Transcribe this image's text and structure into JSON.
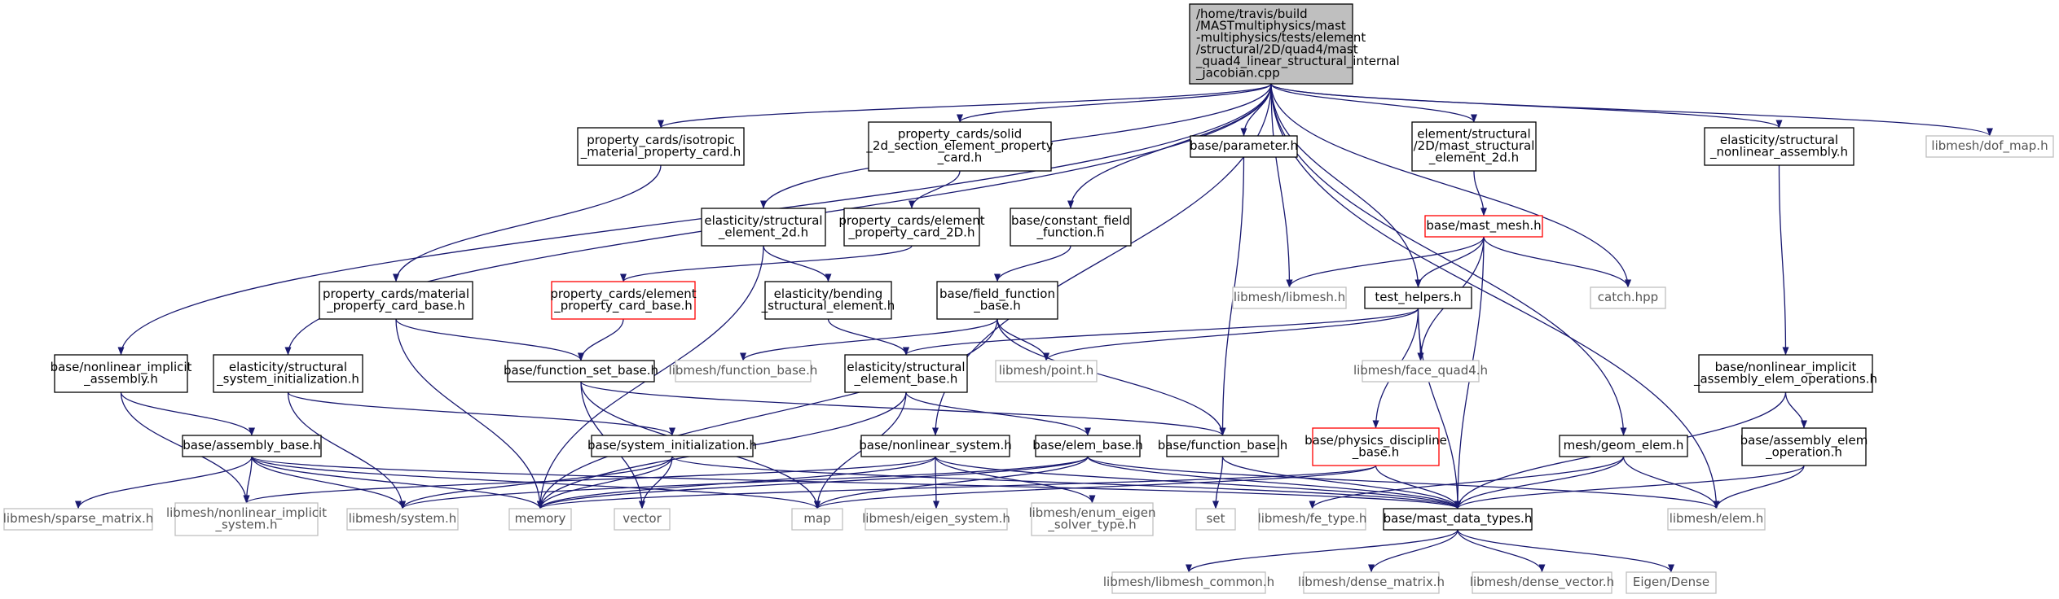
{
  "colors": {
    "edge": "#191970",
    "root_fill": "#bfbfbf",
    "missing_border": "#bfbfbf",
    "warn_border": "#ff0000"
  },
  "nodes": [
    {
      "id": "root",
      "kind": "root",
      "lines": [
        "/home/travis/build",
        "/MASTmultiphysics/mast",
        "-multiphysics/tests/element",
        "/structural/2D/quad4/mast",
        "_quad4_linear_structural_internal",
        "_jacobian.cpp"
      ]
    },
    {
      "id": "iso",
      "kind": "normal",
      "lines": [
        "property_cards/isotropic",
        "_material_property_card.h"
      ]
    },
    {
      "id": "solid2d",
      "kind": "normal",
      "lines": [
        "property_cards/solid",
        "_2d_section_element_property",
        "_card.h"
      ]
    },
    {
      "id": "param",
      "kind": "normal",
      "lines": [
        "base/parameter.h"
      ]
    },
    {
      "id": "mse2d",
      "kind": "normal",
      "lines": [
        "element/structural",
        "/2D/mast_structural",
        "_element_2d.h"
      ]
    },
    {
      "id": "snla",
      "kind": "normal",
      "lines": [
        "elasticity/structural",
        "_nonlinear_assembly.h"
      ]
    },
    {
      "id": "dofmap",
      "kind": "missing",
      "lines": [
        "libmesh/dof_map.h"
      ]
    },
    {
      "id": "se2d",
      "kind": "normal",
      "lines": [
        "elasticity/structural",
        "_element_2d.h"
      ]
    },
    {
      "id": "epc2d",
      "kind": "normal",
      "lines": [
        "property_cards/element",
        "_property_card_2D.h"
      ]
    },
    {
      "id": "cff",
      "kind": "normal",
      "lines": [
        "base/constant_field",
        "_function.h"
      ]
    },
    {
      "id": "mastmesh",
      "kind": "warn",
      "lines": [
        "base/mast_mesh.h"
      ]
    },
    {
      "id": "mpcb",
      "kind": "normal",
      "lines": [
        "property_cards/material",
        "_property_card_base.h"
      ]
    },
    {
      "id": "epcb",
      "kind": "warn",
      "lines": [
        "property_cards/element",
        "_property_card_base.h"
      ]
    },
    {
      "id": "bse",
      "kind": "normal",
      "lines": [
        "elasticity/bending",
        "_structural_element.h"
      ]
    },
    {
      "id": "ffb",
      "kind": "normal",
      "lines": [
        "base/field_function",
        "_base.h"
      ]
    },
    {
      "id": "libmesh",
      "kind": "missing",
      "lines": [
        "libmesh/libmesh.h"
      ]
    },
    {
      "id": "testh",
      "kind": "normal",
      "lines": [
        "test_helpers.h"
      ]
    },
    {
      "id": "catch",
      "kind": "missing",
      "lines": [
        "catch.hpp"
      ]
    },
    {
      "id": "nlia",
      "kind": "normal",
      "lines": [
        "base/nonlinear_implicit",
        "_assembly.h"
      ]
    },
    {
      "id": "ssi",
      "kind": "normal",
      "lines": [
        "elasticity/structural",
        "_system_initialization.h"
      ]
    },
    {
      "id": "fsb",
      "kind": "normal",
      "lines": [
        "base/function_set_base.h"
      ]
    },
    {
      "id": "lfb",
      "kind": "missing",
      "lines": [
        "libmesh/function_base.h"
      ]
    },
    {
      "id": "seb",
      "kind": "normal",
      "lines": [
        "elasticity/structural",
        "_element_base.h"
      ]
    },
    {
      "id": "point",
      "kind": "missing",
      "lines": [
        "libmesh/point.h"
      ]
    },
    {
      "id": "fq4",
      "kind": "missing",
      "lines": [
        "libmesh/face_quad4.h"
      ]
    },
    {
      "id": "nliaeo",
      "kind": "normal",
      "lines": [
        "base/nonlinear_implicit",
        "_assembly_elem_operations.h"
      ]
    },
    {
      "id": "asmb",
      "kind": "normal",
      "lines": [
        "base/assembly_base.h"
      ]
    },
    {
      "id": "sysinit",
      "kind": "normal",
      "lines": [
        "base/system_initialization.h"
      ]
    },
    {
      "id": "nlsys",
      "kind": "normal",
      "lines": [
        "base/nonlinear_system.h"
      ]
    },
    {
      "id": "elemb",
      "kind": "normal",
      "lines": [
        "base/elem_base.h"
      ]
    },
    {
      "id": "funcb",
      "kind": "normal",
      "lines": [
        "base/function_base.h"
      ]
    },
    {
      "id": "pdb",
      "kind": "warn",
      "lines": [
        "base/physics_discipline",
        "_base.h"
      ]
    },
    {
      "id": "geom",
      "kind": "normal",
      "lines": [
        "mesh/geom_elem.h"
      ]
    },
    {
      "id": "aeo",
      "kind": "normal",
      "lines": [
        "base/assembly_elem",
        "_operation.h"
      ]
    },
    {
      "id": "sparse",
      "kind": "missing",
      "lines": [
        "libmesh/sparse_matrix.h"
      ]
    },
    {
      "id": "lnlis",
      "kind": "missing",
      "lines": [
        "libmesh/nonlinear_implicit",
        "_system.h"
      ]
    },
    {
      "id": "lsys",
      "kind": "missing",
      "lines": [
        "libmesh/system.h"
      ]
    },
    {
      "id": "memory",
      "kind": "missing",
      "lines": [
        "memory"
      ]
    },
    {
      "id": "vector",
      "kind": "missing",
      "lines": [
        "vector"
      ]
    },
    {
      "id": "map",
      "kind": "missing",
      "lines": [
        "map"
      ]
    },
    {
      "id": "eigsys",
      "kind": "missing",
      "lines": [
        "libmesh/eigen_system.h"
      ]
    },
    {
      "id": "enumeig",
      "kind": "missing",
      "lines": [
        "libmesh/enum_eigen",
        "_solver_type.h"
      ]
    },
    {
      "id": "set",
      "kind": "missing",
      "lines": [
        "set"
      ]
    },
    {
      "id": "fetype",
      "kind": "missing",
      "lines": [
        "libmesh/fe_type.h"
      ]
    },
    {
      "id": "mdt",
      "kind": "normal",
      "lines": [
        "base/mast_data_types.h"
      ]
    },
    {
      "id": "lelem",
      "kind": "missing",
      "lines": [
        "libmesh/elem.h"
      ]
    },
    {
      "id": "lcommon",
      "kind": "missing",
      "lines": [
        "libmesh/libmesh_common.h"
      ]
    },
    {
      "id": "ldm",
      "kind": "missing",
      "lines": [
        "libmesh/dense_matrix.h"
      ]
    },
    {
      "id": "ldv",
      "kind": "missing",
      "lines": [
        "libmesh/dense_vector.h"
      ]
    },
    {
      "id": "eigen",
      "kind": "missing",
      "lines": [
        "Eigen/Dense"
      ]
    }
  ],
  "edges": [
    [
      "root",
      "iso"
    ],
    [
      "root",
      "solid2d"
    ],
    [
      "root",
      "param"
    ],
    [
      "root",
      "mse2d"
    ],
    [
      "root",
      "snla"
    ],
    [
      "root",
      "dofmap"
    ],
    [
      "root",
      "se2d"
    ],
    [
      "root",
      "cff"
    ],
    [
      "root",
      "libmesh"
    ],
    [
      "root",
      "testh"
    ],
    [
      "root",
      "catch"
    ],
    [
      "root",
      "nlia"
    ],
    [
      "root",
      "ssi"
    ],
    [
      "root",
      "nlsys"
    ],
    [
      "root",
      "geom"
    ],
    [
      "root",
      "lelem"
    ],
    [
      "iso",
      "mpcb"
    ],
    [
      "solid2d",
      "epc2d"
    ],
    [
      "param",
      "funcb"
    ],
    [
      "mse2d",
      "mastmesh"
    ],
    [
      "snla",
      "nliaeo"
    ],
    [
      "se2d",
      "bse"
    ],
    [
      "se2d",
      "memory"
    ],
    [
      "epc2d",
      "epcb"
    ],
    [
      "cff",
      "ffb"
    ],
    [
      "mastmesh",
      "libmesh"
    ],
    [
      "mastmesh",
      "testh"
    ],
    [
      "mastmesh",
      "catch"
    ],
    [
      "mastmesh",
      "fq4"
    ],
    [
      "mastmesh",
      "mdt"
    ],
    [
      "mpcb",
      "fsb"
    ],
    [
      "mpcb",
      "memory"
    ],
    [
      "epcb",
      "fsb"
    ],
    [
      "bse",
      "seb"
    ],
    [
      "ffb",
      "lfb"
    ],
    [
      "ffb",
      "point"
    ],
    [
      "ffb",
      "funcb"
    ],
    [
      "ffb",
      "memory"
    ],
    [
      "testh",
      "seb"
    ],
    [
      "testh",
      "point"
    ],
    [
      "testh",
      "fq4"
    ],
    [
      "testh",
      "pdb"
    ],
    [
      "testh",
      "mdt"
    ],
    [
      "nlia",
      "asmb"
    ],
    [
      "nlia",
      "lnlis"
    ],
    [
      "ssi",
      "sysinit"
    ],
    [
      "ssi",
      "lsys"
    ],
    [
      "fsb",
      "funcb"
    ],
    [
      "fsb",
      "map"
    ],
    [
      "fsb",
      "vector"
    ],
    [
      "seb",
      "elemb"
    ],
    [
      "seb",
      "memory"
    ],
    [
      "seb",
      "map"
    ],
    [
      "nliaeo",
      "aeo"
    ],
    [
      "nliaeo",
      "mdt"
    ],
    [
      "asmb",
      "sparse"
    ],
    [
      "asmb",
      "lnlis"
    ],
    [
      "asmb",
      "lsys"
    ],
    [
      "asmb",
      "memory"
    ],
    [
      "asmb",
      "map"
    ],
    [
      "asmb",
      "mdt"
    ],
    [
      "sysinit",
      "lsys"
    ],
    [
      "sysinit",
      "memory"
    ],
    [
      "sysinit",
      "vector"
    ],
    [
      "sysinit",
      "mdt"
    ],
    [
      "nlsys",
      "lnlis"
    ],
    [
      "nlsys",
      "eigsys"
    ],
    [
      "nlsys",
      "enumeig"
    ],
    [
      "nlsys",
      "memory"
    ],
    [
      "nlsys",
      "mdt"
    ],
    [
      "elemb",
      "lsys"
    ],
    [
      "elemb",
      "memory"
    ],
    [
      "elemb",
      "map"
    ],
    [
      "elemb",
      "mdt"
    ],
    [
      "elemb",
      "lelem"
    ],
    [
      "funcb",
      "set"
    ],
    [
      "funcb",
      "mdt"
    ],
    [
      "pdb",
      "memory"
    ],
    [
      "pdb",
      "map"
    ],
    [
      "pdb",
      "mdt"
    ],
    [
      "geom",
      "fetype"
    ],
    [
      "geom",
      "mdt"
    ],
    [
      "geom",
      "lelem"
    ],
    [
      "aeo",
      "mdt"
    ],
    [
      "aeo",
      "lelem"
    ],
    [
      "mdt",
      "lcommon"
    ],
    [
      "mdt",
      "ldm"
    ],
    [
      "mdt",
      "ldv"
    ],
    [
      "mdt",
      "eigen"
    ]
  ]
}
